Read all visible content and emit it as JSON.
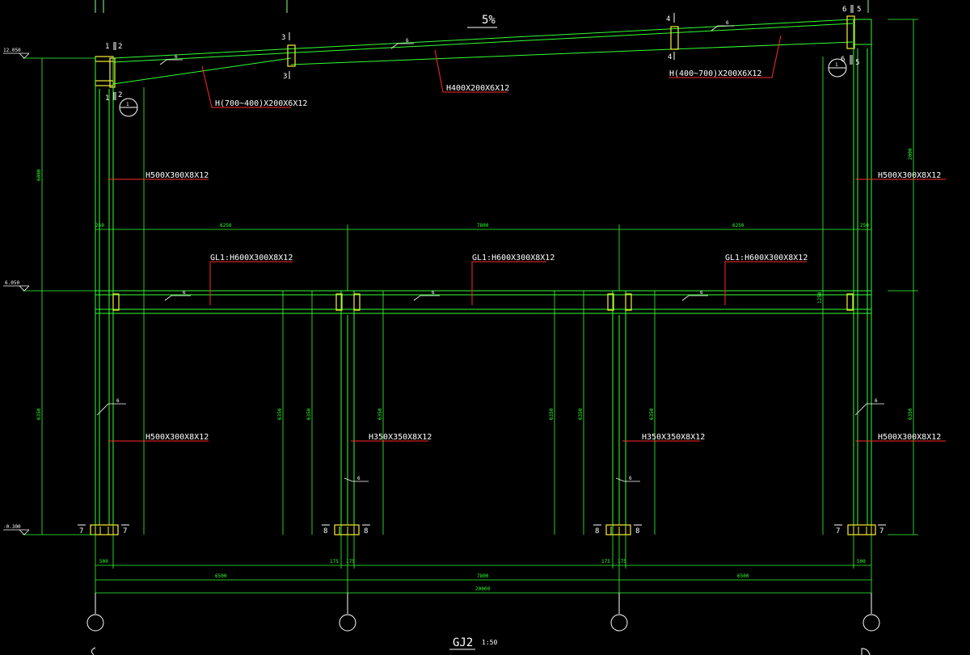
{
  "colors": {
    "background": "#000000",
    "member": "#33ff33",
    "member_light": "#8cff8c",
    "leader": "#ff2a2a",
    "connection": "#ffee33",
    "label": "#ffffff",
    "axis": "#ffffff"
  },
  "title": {
    "name": "GJ2",
    "scale": "1:50"
  },
  "slope_label": "5%",
  "elevations": [
    "12.050",
    "6.050",
    "-0.300"
  ],
  "rafter_labels": {
    "left": "H(700~400)X200X6X12",
    "middle": "H400X200X6X12",
    "right": "H(400~700)X200X6X12"
  },
  "column_labels": {
    "upper_left": "H500X300X8X12",
    "upper_right": "H500X300X8X12",
    "lower_left": "H500X300X8X12",
    "lower_mid_1": "H350X350X8X12",
    "lower_mid_2": "H350X350X8X12",
    "lower_right": "H500X300X8X12"
  },
  "beam_labels": {
    "left": "GL1:H600X300X8X12",
    "middle": "GL1:H600X300X8X12",
    "right": "GL1:H600X300X8X12"
  },
  "upper_dims": [
    "250",
    "6250",
    "7800",
    "6250",
    "250"
  ],
  "vertical_dims": {
    "left_upper": "6000",
    "right_upper": "2000",
    "left_lower": "6350",
    "mid_lower": "6350",
    "right_lower": "6350",
    "beam_depth": "1250"
  },
  "column_base_dims": [
    "500",
    "175",
    "175",
    "175",
    "175",
    "500"
  ],
  "bay_dims": [
    "6500",
    "7800",
    "6500"
  ],
  "total_dim": "20000",
  "section_marks": {
    "n1": "1",
    "n2": "2",
    "n3": "3",
    "n4": "4",
    "n5": "5",
    "n6": "6",
    "n7": "7",
    "n8": "8"
  },
  "weld_symbol": "6",
  "detail_callout": "1"
}
